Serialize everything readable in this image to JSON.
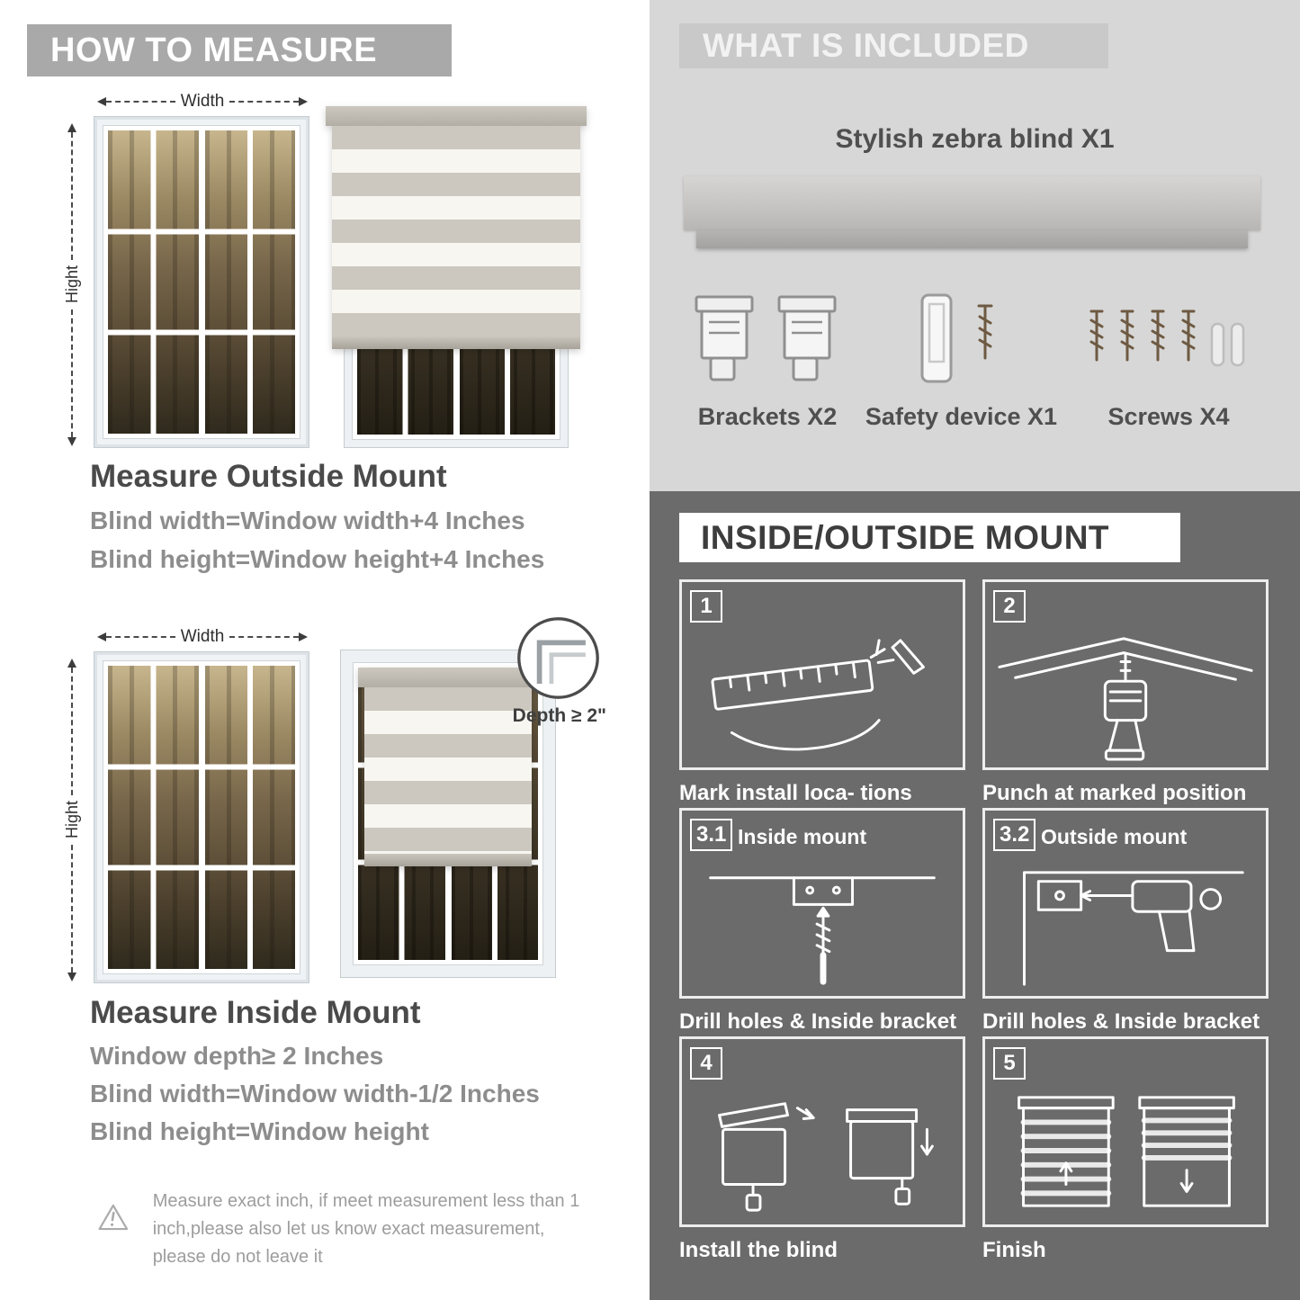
{
  "colors": {
    "banner_gray": "#a9a9a9",
    "included_bg": "#d7d7d7",
    "included_banner": "#c9c9c9",
    "dark_bg": "#6b6b6b",
    "heading_text": "#4a4a4a",
    "body_text": "#8d8d8d"
  },
  "left": {
    "header": "HOW TO MEASURE",
    "outside": {
      "width_label": "Width",
      "height_label": "Hight",
      "title": "Measure Outside Mount",
      "line1": "Blind width=Window width+4 Inches",
      "line2": "Blind height=Window height+4 Inches"
    },
    "inside": {
      "width_label": "Width",
      "height_label": "Hight",
      "depth_label": "Depth ≥ 2\"",
      "title": "Measure Inside Mount",
      "line1": "Window depth≥ 2 Inches",
      "line2": "Blind width=Window width-1/2 Inches",
      "line3": "Blind height=Window height"
    },
    "warning_text": "Measure exact inch, if meet measurement less than 1 inch,please also let us know exact measurement, please do not leave it"
  },
  "right": {
    "included": {
      "header": "WHAT IS INCLUDED",
      "product_label": "Stylish zebra blind X1",
      "items": [
        {
          "label": "Brackets X2"
        },
        {
          "label": "Safety device X1"
        },
        {
          "label": "Screws X4"
        }
      ]
    },
    "mount": {
      "header": "INSIDE/OUTSIDE MOUNT",
      "steps": [
        {
          "num": "1",
          "title": "",
          "caption": "Mark install loca- tions"
        },
        {
          "num": "2",
          "title": "",
          "caption": "Punch at  marked position"
        },
        {
          "num": "3.1",
          "title": "Inside mount",
          "caption": "Drill holes &  Inside bracket"
        },
        {
          "num": "3.2",
          "title": "Outside mount",
          "caption": "Drill holes &  Inside bracket"
        },
        {
          "num": "4",
          "title": "",
          "caption": "Install the blind"
        },
        {
          "num": "5",
          "title": "",
          "caption": "Finish"
        }
      ]
    }
  }
}
